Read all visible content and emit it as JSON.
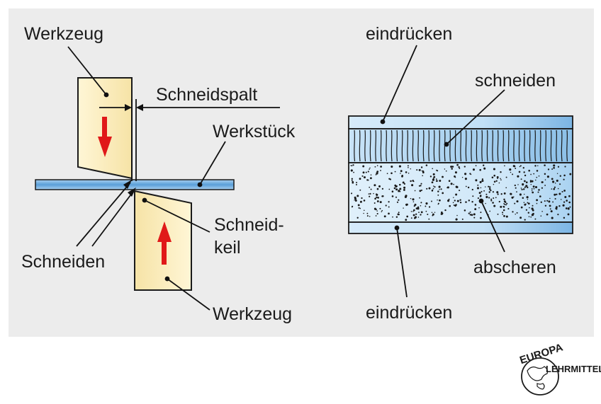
{
  "left_diagram": {
    "tool_top_label": "Werkzeug",
    "gap_label": "Schneidspalt",
    "workpiece_label": "Werkstück",
    "wedge_label_line1": "Schneid-",
    "wedge_label_line2": "keil",
    "edges_label": "Schneiden",
    "tool_bottom_label": "Werkzeug"
  },
  "right_diagram": {
    "top_label": "eindrücken",
    "cut_label": "schneiden",
    "shear_label": "abscheren",
    "bottom_label": "eindrücken"
  },
  "logo": {
    "top_text": "EUROPA",
    "side_text": "LEHRMITTEL"
  },
  "colors": {
    "panel_bg": "#ececec",
    "tool_fill": "#fbeec0",
    "workpiece_fill": "#7fb5e3",
    "arrow_red": "#e01919"
  }
}
